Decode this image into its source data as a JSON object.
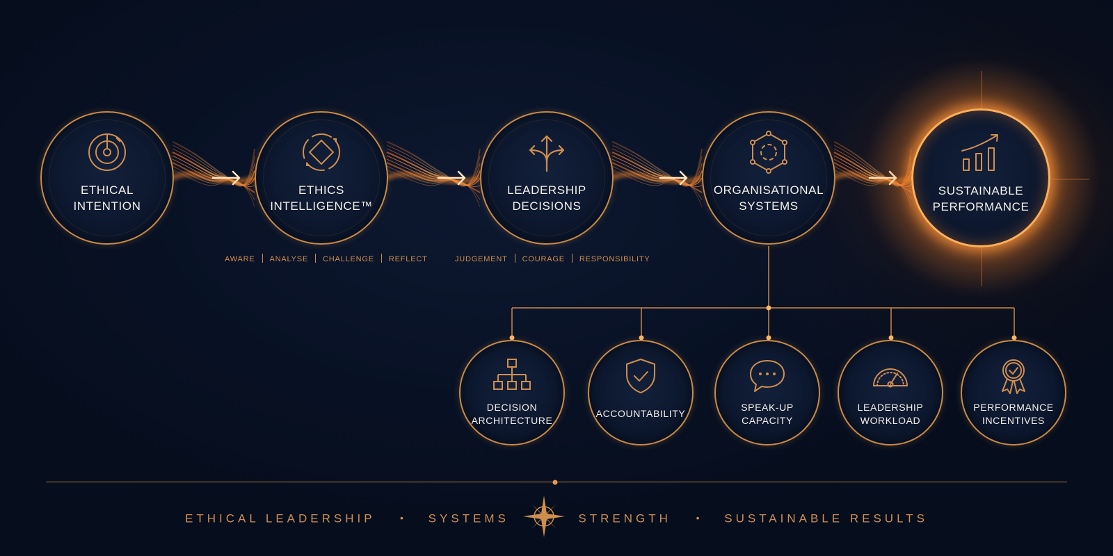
{
  "stages": [
    {
      "label_lines": [
        "Ethical",
        "Intention"
      ],
      "icon": "target-icon"
    },
    {
      "label_lines": [
        "Ethics",
        "Intelligence™"
      ],
      "icon": "diamond-compass-icon"
    },
    {
      "label_lines": [
        "Leadership",
        "Decisions"
      ],
      "icon": "split-arrows-icon"
    },
    {
      "label_lines": [
        "Organisational",
        "Systems"
      ],
      "icon": "hexagon-network-icon"
    },
    {
      "label_lines": [
        "Sustainable",
        "Performance"
      ],
      "icon": "growth-chart-icon"
    }
  ],
  "stage_tags": {
    "ethics_intelligence": [
      "Aware",
      "Analyse",
      "Challenge",
      "Reflect"
    ],
    "leadership_decisions": [
      "Judgement",
      "Courage",
      "Responsibility"
    ]
  },
  "systems": [
    {
      "label_lines": [
        "Decision",
        "Architecture"
      ],
      "icon": "org-chart-icon"
    },
    {
      "label_lines": [
        "Accountability"
      ],
      "icon": "shield-check-icon"
    },
    {
      "label_lines": [
        "Speak-Up",
        "Capacity"
      ],
      "icon": "speech-bubble-icon"
    },
    {
      "label_lines": [
        "Leadership",
        "Workload"
      ],
      "icon": "gauge-icon"
    },
    {
      "label_lines": [
        "Performance",
        "Incentives"
      ],
      "icon": "award-ribbon-icon"
    }
  ],
  "footer": {
    "items": [
      "Ethical Leadership",
      "Systems",
      "Strength",
      "Sustainable Results"
    ],
    "separator": "•",
    "center_icon": "compass-star-icon"
  },
  "colors": {
    "background": "#081124",
    "accent": "#c98a47",
    "glow": "#ff9a3c",
    "text": "#f4efe8"
  }
}
